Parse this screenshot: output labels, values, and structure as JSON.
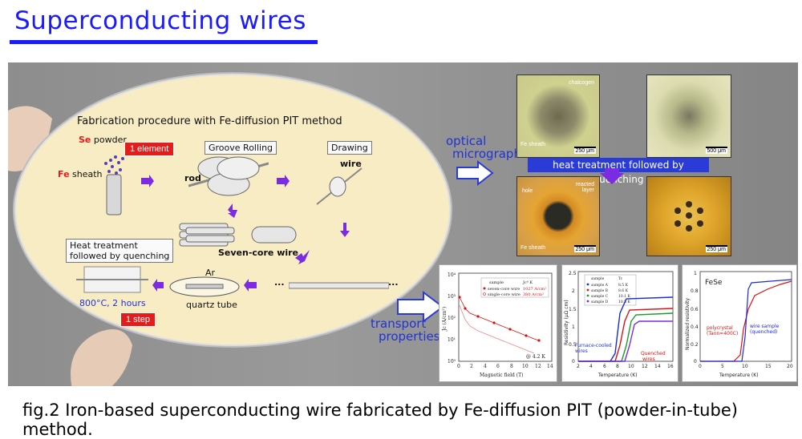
{
  "title": "Superconducting wires",
  "caption": "fig.2 Iron-based superconducting wire fabricated by Fe-diffusion PIT (powder-in-tube) method.",
  "procedure": {
    "heading": "Fabrication procedure with Fe-diffusion PIT method",
    "se_prefix": "Se",
    "powder": "powder",
    "fe_prefix": "Fe",
    "sheath": "sheath",
    "one_element": "1 element",
    "groove_rolling": "Groove Rolling",
    "rod": "rod",
    "drawing": "Drawing",
    "wire": "wire",
    "seven_core": "Seven-core wire",
    "heat_treatment_line1": "Heat treatment",
    "heat_treatment_line2": "followed by quenching",
    "temp": "800°C, 2 hours",
    "one_step": "1 step",
    "ar": "Ar",
    "quartz_tube": "quartz tube",
    "dots": "..."
  },
  "optical": {
    "label_line1": "optical",
    "label_line2": "micrograph",
    "heat_banner": "heat treatment followed by quenching",
    "chalcogen": "chalcogen",
    "fe_sheath": "Fe sheath",
    "hole": "hole",
    "reacted_layer": "reacted layer",
    "scale_250": "250 μm",
    "scale_500": "500 μm"
  },
  "transport": {
    "label_line1": "transport",
    "label_line2": "properties"
  },
  "graph1": {
    "ylabel": "Jc (A/cm²)",
    "xlabel": "Magnetic field (T)",
    "xticks": [
      "0",
      "2",
      "4",
      "6",
      "8",
      "10",
      "12",
      "14"
    ],
    "yticks": [
      "10⁴",
      "10³",
      "10²",
      "10¹",
      "10⁰"
    ],
    "legend_header_sample": "sample",
    "legend_header_jc": "Jc⁰ K",
    "legend_row1": "seven-core wire",
    "legend_row1_val": "1027 A/cm²",
    "legend_row2": "single-core wire",
    "legend_row2_val": "380 A/cm²",
    "note": "@ 4.2 K"
  },
  "graph2": {
    "ylabel": "Resistivity (μΩ cm)",
    "xlabel": "Temperature (K)",
    "xticks": [
      "2",
      "4",
      "6",
      "8",
      "10",
      "12",
      "14",
      "16"
    ],
    "yticks": [
      "2.5",
      "2",
      "1.5",
      "1",
      "0.5",
      "0"
    ],
    "legend_header_sample": "sample",
    "legend_header_tc": "Tc",
    "legend_rows": [
      "sample A",
      "sample B",
      "sample C",
      "sample D"
    ],
    "legend_vals": [
      "8.5 K",
      "8.6 K",
      "10.1 K",
      "10.5 K"
    ],
    "furnace_line1": "Furnace-cooled",
    "furnace_line2": "wires",
    "quenched_line1": "Quenched",
    "quenched_line2": "wires"
  },
  "graph3": {
    "title": "FeSe",
    "ylabel": "Normalized resistivity",
    "xlabel": "Temperature (K)",
    "xticks": [
      "0",
      "5",
      "10",
      "15",
      "20"
    ],
    "yticks": [
      "1",
      "0.8",
      "0.6",
      "0.4",
      "0.2",
      "0"
    ],
    "poly_line1": "polycrystal",
    "poly_line2": "(Tann=400C)",
    "wire_line1": "wire sample",
    "wire_line2": "(quenched)"
  },
  "colors": {
    "title_blue": "#1a1aff",
    "arrow_violet": "#7b2be2",
    "red_label": "#e31c1c",
    "banner_blue": "#2a3bd8"
  }
}
